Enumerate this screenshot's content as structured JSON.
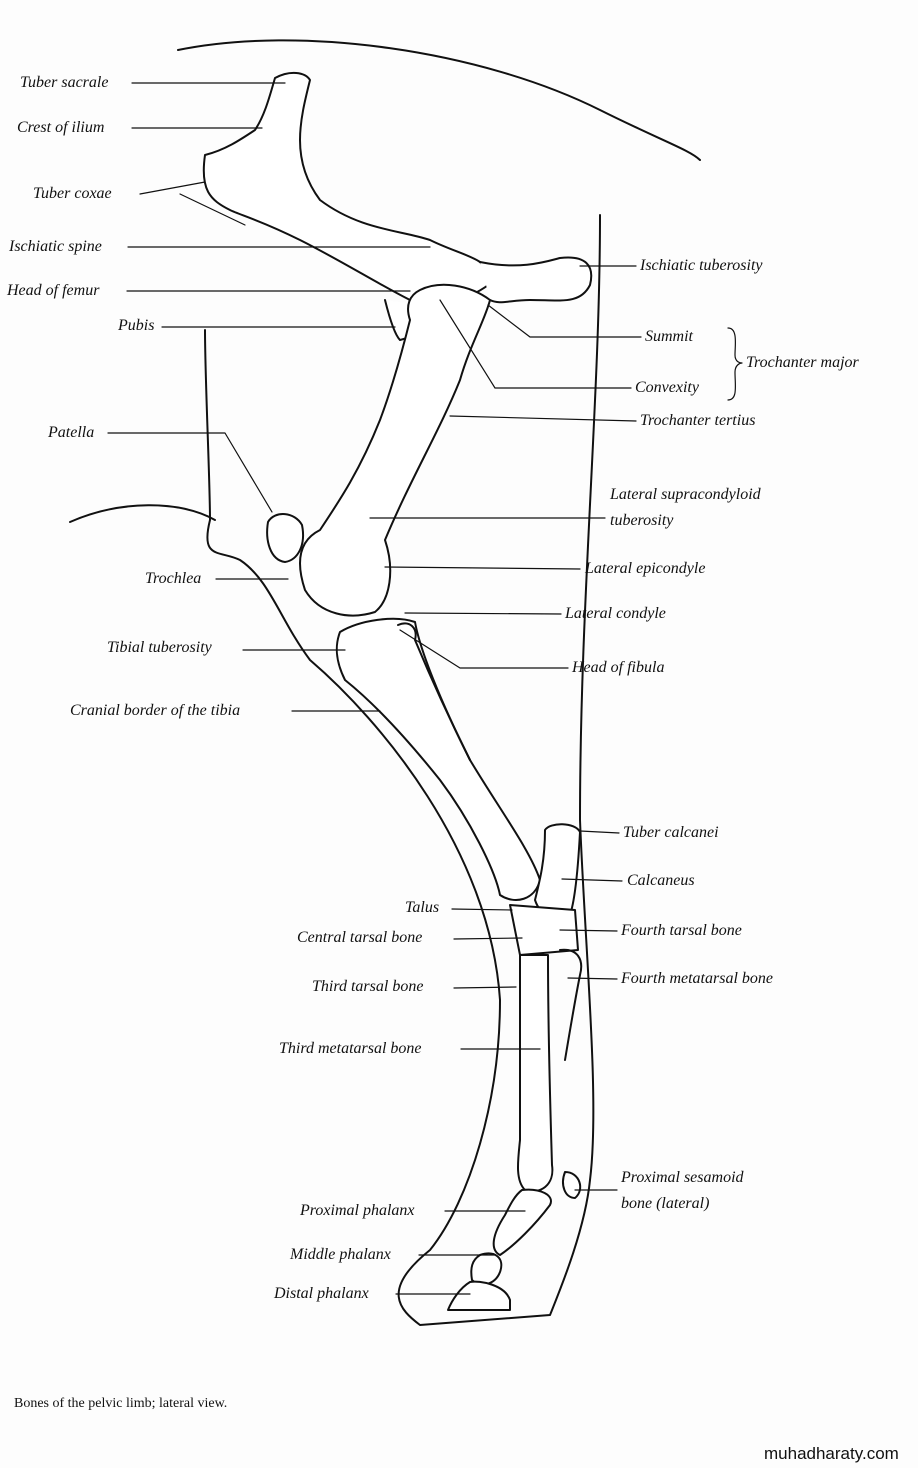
{
  "labels_left": {
    "tuber_sacrale": "Tuber sacrale",
    "crest_of_ilium": "Crest of ilium",
    "tuber_coxae": "Tuber coxae",
    "ischiatic_spine": "Ischiatic spine",
    "head_of_femur": "Head of femur",
    "pubis": "Pubis",
    "patella": "Patella",
    "trochlea": "Trochlea",
    "tibial_tuberosity": "Tibial tuberosity",
    "cranial_border_tibia": "Cranial border of the tibia",
    "talus": "Talus",
    "central_tarsal_bone": "Central tarsal bone",
    "third_tarsal_bone": "Third tarsal bone",
    "third_metatarsal_bone": "Third metatarsal bone",
    "proximal_phalanx": "Proximal phalanx",
    "middle_phalanx": "Middle phalanx",
    "distal_phalanx": "Distal phalanx"
  },
  "labels_right": {
    "ischiatic_tuberosity": "Ischiatic tuberosity",
    "summit": "Summit",
    "convexity": "Convexity",
    "trochanter_major": "Trochanter major",
    "trochanter_tertius": "Trochanter tertius",
    "lateral_supracondyloid_1": "Lateral supracondyloid",
    "lateral_supracondyloid_2": "tuberosity",
    "lateral_epicondyle": "Lateral epicondyle",
    "lateral_condyle": "Lateral condyle",
    "head_of_fibula": "Head of fibula",
    "tuber_calcanei": "Tuber calcanei",
    "calcaneus": "Calcaneus",
    "fourth_tarsal_bone": "Fourth tarsal bone",
    "fourth_metatarsal_bone": "Fourth metatarsal bone",
    "proximal_sesamoid_1": "Proximal sesamoid",
    "proximal_sesamoid_2": "bone (lateral)"
  },
  "caption": "Bones of the pelvic limb; lateral view.",
  "watermark": "muhadharaty.com"
}
